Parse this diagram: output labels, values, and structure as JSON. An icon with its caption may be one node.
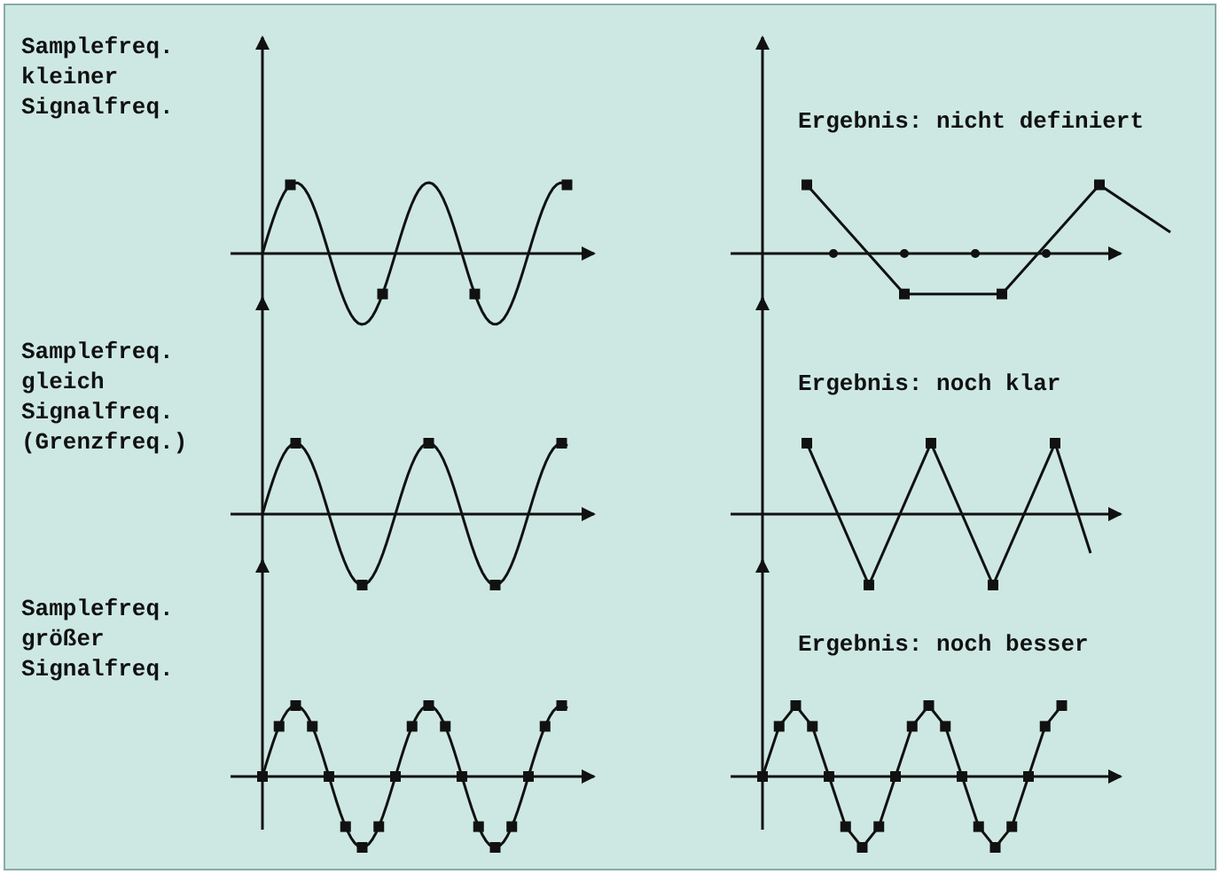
{
  "diagram": {
    "labels": [
      "Samplefreq. kleiner Signalfreq.",
      "Ergebnis: nicht definiert",
      "Samplefreq. gleich Signalfreq. (Grenzfreq.)",
      "Ergebnis: noch klar",
      "Samplefreq. größer Signalfreq.",
      "Ergebnis: noch besser"
    ]
  }
}
